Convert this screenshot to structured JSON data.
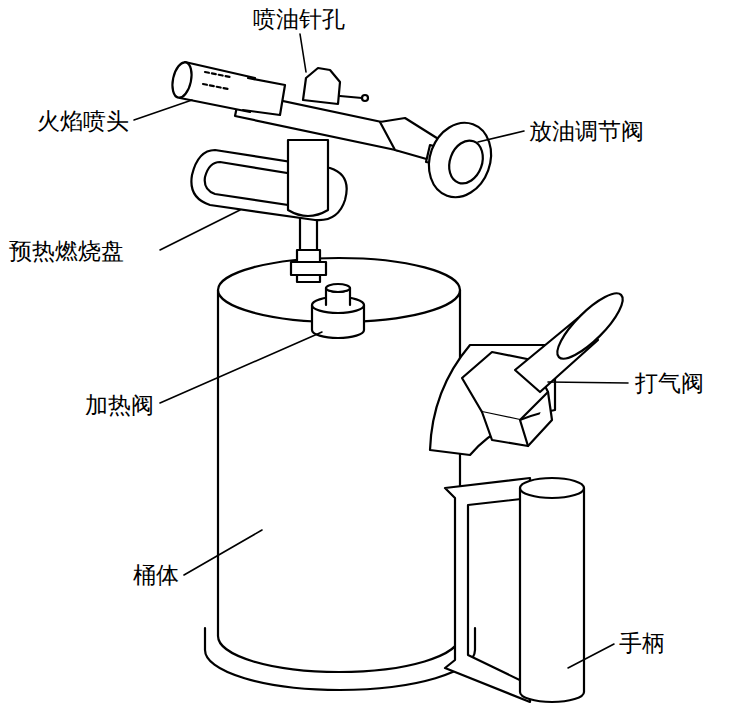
{
  "diagram": {
    "labels": [
      "喷油针孔",
      "火焰喷头",
      "放油调节阀",
      "预热燃烧盘",
      "加热阀",
      "打气阀",
      "桶体",
      "手柄"
    ]
  }
}
